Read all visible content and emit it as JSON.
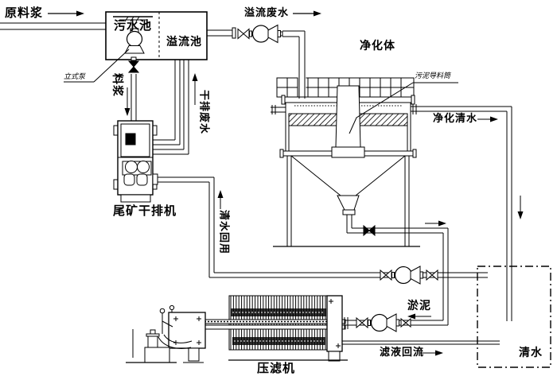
{
  "diagram": {
    "type": "process-flow-diagram",
    "subject": "tailings wastewater purification and dewatering system",
    "colors": {
      "line": "#000000",
      "background": "#ffffff"
    },
    "labels": {
      "raw_slurry": "原料浆",
      "sewage_pool": "污水池",
      "overflow_pool": "溢流池",
      "vertical_pump": "立式泵",
      "slurry": "料浆",
      "overflow_wastewater": "溢流废水",
      "dry_discharge_wastewater": "干排废水",
      "purifier_body": "净化体",
      "sludge_guide_tube": "污泥导料筒",
      "purified_clean_water": "净化清水",
      "tailings_dry_discharge_machine": "尾矿干排机",
      "clean_water_reuse": "清水回用",
      "sludge": "淤泥",
      "filter_press": "压滤机",
      "filtrate_return": "滤液回流",
      "clean_water": "清水"
    }
  }
}
